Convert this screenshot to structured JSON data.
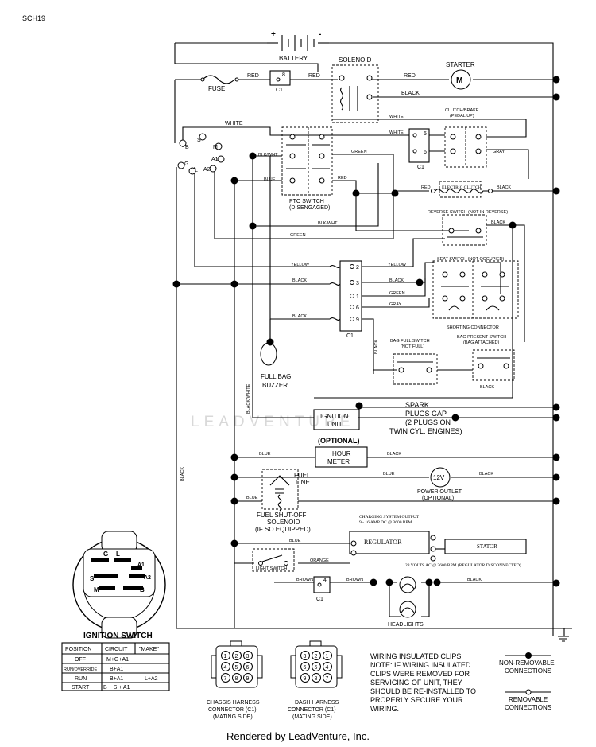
{
  "sheet_id": "SCH19",
  "components": {
    "battery": "BATTERY",
    "battery_plus": "+",
    "battery_minus": "-",
    "solenoid": "SOLENOID",
    "starter": "STARTER",
    "starter_symbol": "M",
    "fuse": "FUSE",
    "clutch_brake": "CLUTCH/BRAKE",
    "clutch_brake_state": "(PEDAL UP)",
    "pto_switch": "PTO SWITCH",
    "pto_switch_state": "(DISENGAGED)",
    "electric_clutch": "ELECTRIC CLUTCH",
    "reverse_switch": "REVERSE SWITCH (NOT IN REVERSE)",
    "seat_switch": "SEAT SWITCH (NOT OCCUPIED)",
    "shorting_connector": "SHORTING CONNECTOR",
    "bag_full_switch": "BAG FULL SWITCH",
    "bag_full_state": "(NOT FULL)",
    "bag_present_switch": "BAG PRESENT SWITCH",
    "bag_present_state": "(BAG ATTACHED)",
    "full_bag_buzzer_1": "FULL BAG",
    "full_bag_buzzer_2": "BUZZER",
    "ignition_unit_1": "IGNITION",
    "ignition_unit_2": "UNIT",
    "spark_plugs_1": "SPARK",
    "spark_plugs_2": "PLUGS GAP",
    "spark_plugs_3": "(2 PLUGS ON",
    "spark_plugs_4": "TWIN CYL. ENGINES)",
    "optional": "(OPTIONAL)",
    "hour_meter_1": "HOUR",
    "hour_meter_2": "METER",
    "power_outlet_value": "12V",
    "power_outlet": "POWER OUTLET",
    "power_outlet_optional": "(OPTIONAL)",
    "fuel_line_1": "FUEL",
    "fuel_line_2": "LINE",
    "fuel_solenoid_1": "FUEL SHUT-OFF",
    "fuel_solenoid_2": "SOLENOID",
    "fuel_solenoid_3": "(IF SO EQUIPPED)",
    "charging_output_1": "CHARGING SYSTEM OUTPUT",
    "charging_output_2": "9 - 16 AMP DC @ 3600 RPM",
    "regulator": "REGULATOR",
    "stator": "STATOR",
    "stator_output": "28 VOLTS AC @ 3600 RPM (REGULATOR DISCONNECTED)",
    "light_switch": "LIGHT SWITCH",
    "headlights": "HEADLIGHTS",
    "connector_c1": "C1"
  },
  "ignition_terminals": {
    "B": "B",
    "S": "S",
    "M": "M",
    "A1": "A1",
    "G": "G",
    "L": "L",
    "A2": "A2"
  },
  "connector_pins": {
    "c1_top": "8",
    "clutch_5": "5",
    "clutch_6": "6",
    "block": [
      "2",
      "3",
      "1",
      "6",
      "9"
    ],
    "lamp_4": "4"
  },
  "wires": {
    "red": "RED",
    "black": "BLACK",
    "white": "WHITE",
    "green": "GREEN",
    "gray": "GRAY",
    "blue": "BLUE",
    "yellow": "YELLOW",
    "blk_wht": "BLK/WHT",
    "black_white": "BLACK/WHITE",
    "orange": "ORANGE",
    "brown": "BROWN"
  },
  "ignition_switch": {
    "title": "IGNITION SWITCH",
    "face_labels": {
      "G": "G",
      "L": "L",
      "A1": "A1",
      "S": "S",
      "A2": "A2",
      "M": "M",
      "B": "B"
    },
    "headers": [
      "POSITION",
      "CIRCUIT",
      "\"MAKE\""
    ],
    "rows": [
      [
        "OFF",
        "M+G+A1",
        ""
      ],
      [
        "RUN/OVERRIDE",
        "B+A1",
        ""
      ],
      [
        "RUN",
        "B+A1",
        "L+A2"
      ],
      [
        "START",
        "B + S + A1",
        ""
      ]
    ]
  },
  "chassis_connector": {
    "title_1": "CHASSIS HARNESS",
    "title_2": "CONNECTOR (C1)",
    "title_3": "(MATING SIDE)",
    "pins": [
      "1",
      "2",
      "3",
      "4",
      "5",
      "6",
      "7",
      "8",
      "9"
    ]
  },
  "dash_connector": {
    "title_1": "DASH HARNESS",
    "title_2": "CONNECTOR (C1)",
    "title_3": "(MATING SIDE)",
    "pins": [
      "3",
      "2",
      "1",
      "6",
      "5",
      "4",
      "9",
      "8",
      "7"
    ]
  },
  "note": [
    "WIRING INSULATED CLIPS",
    "NOTE: IF WIRING INSULATED",
    "CLIPS WERE REMOVED FOR",
    "SERVICING OF UNIT, THEY",
    "SHOULD BE RE-INSTALLED TO",
    "PROPERLY SECURE YOUR",
    "WIRING."
  ],
  "legend": {
    "non_removable_1": "NON-REMOVABLE",
    "non_removable_2": "CONNECTIONS",
    "removable_1": "REMOVABLE",
    "removable_2": "CONNECTIONS"
  },
  "watermark": "LEADVENTURE",
  "footer": "Rendered by LeadVenture, Inc."
}
